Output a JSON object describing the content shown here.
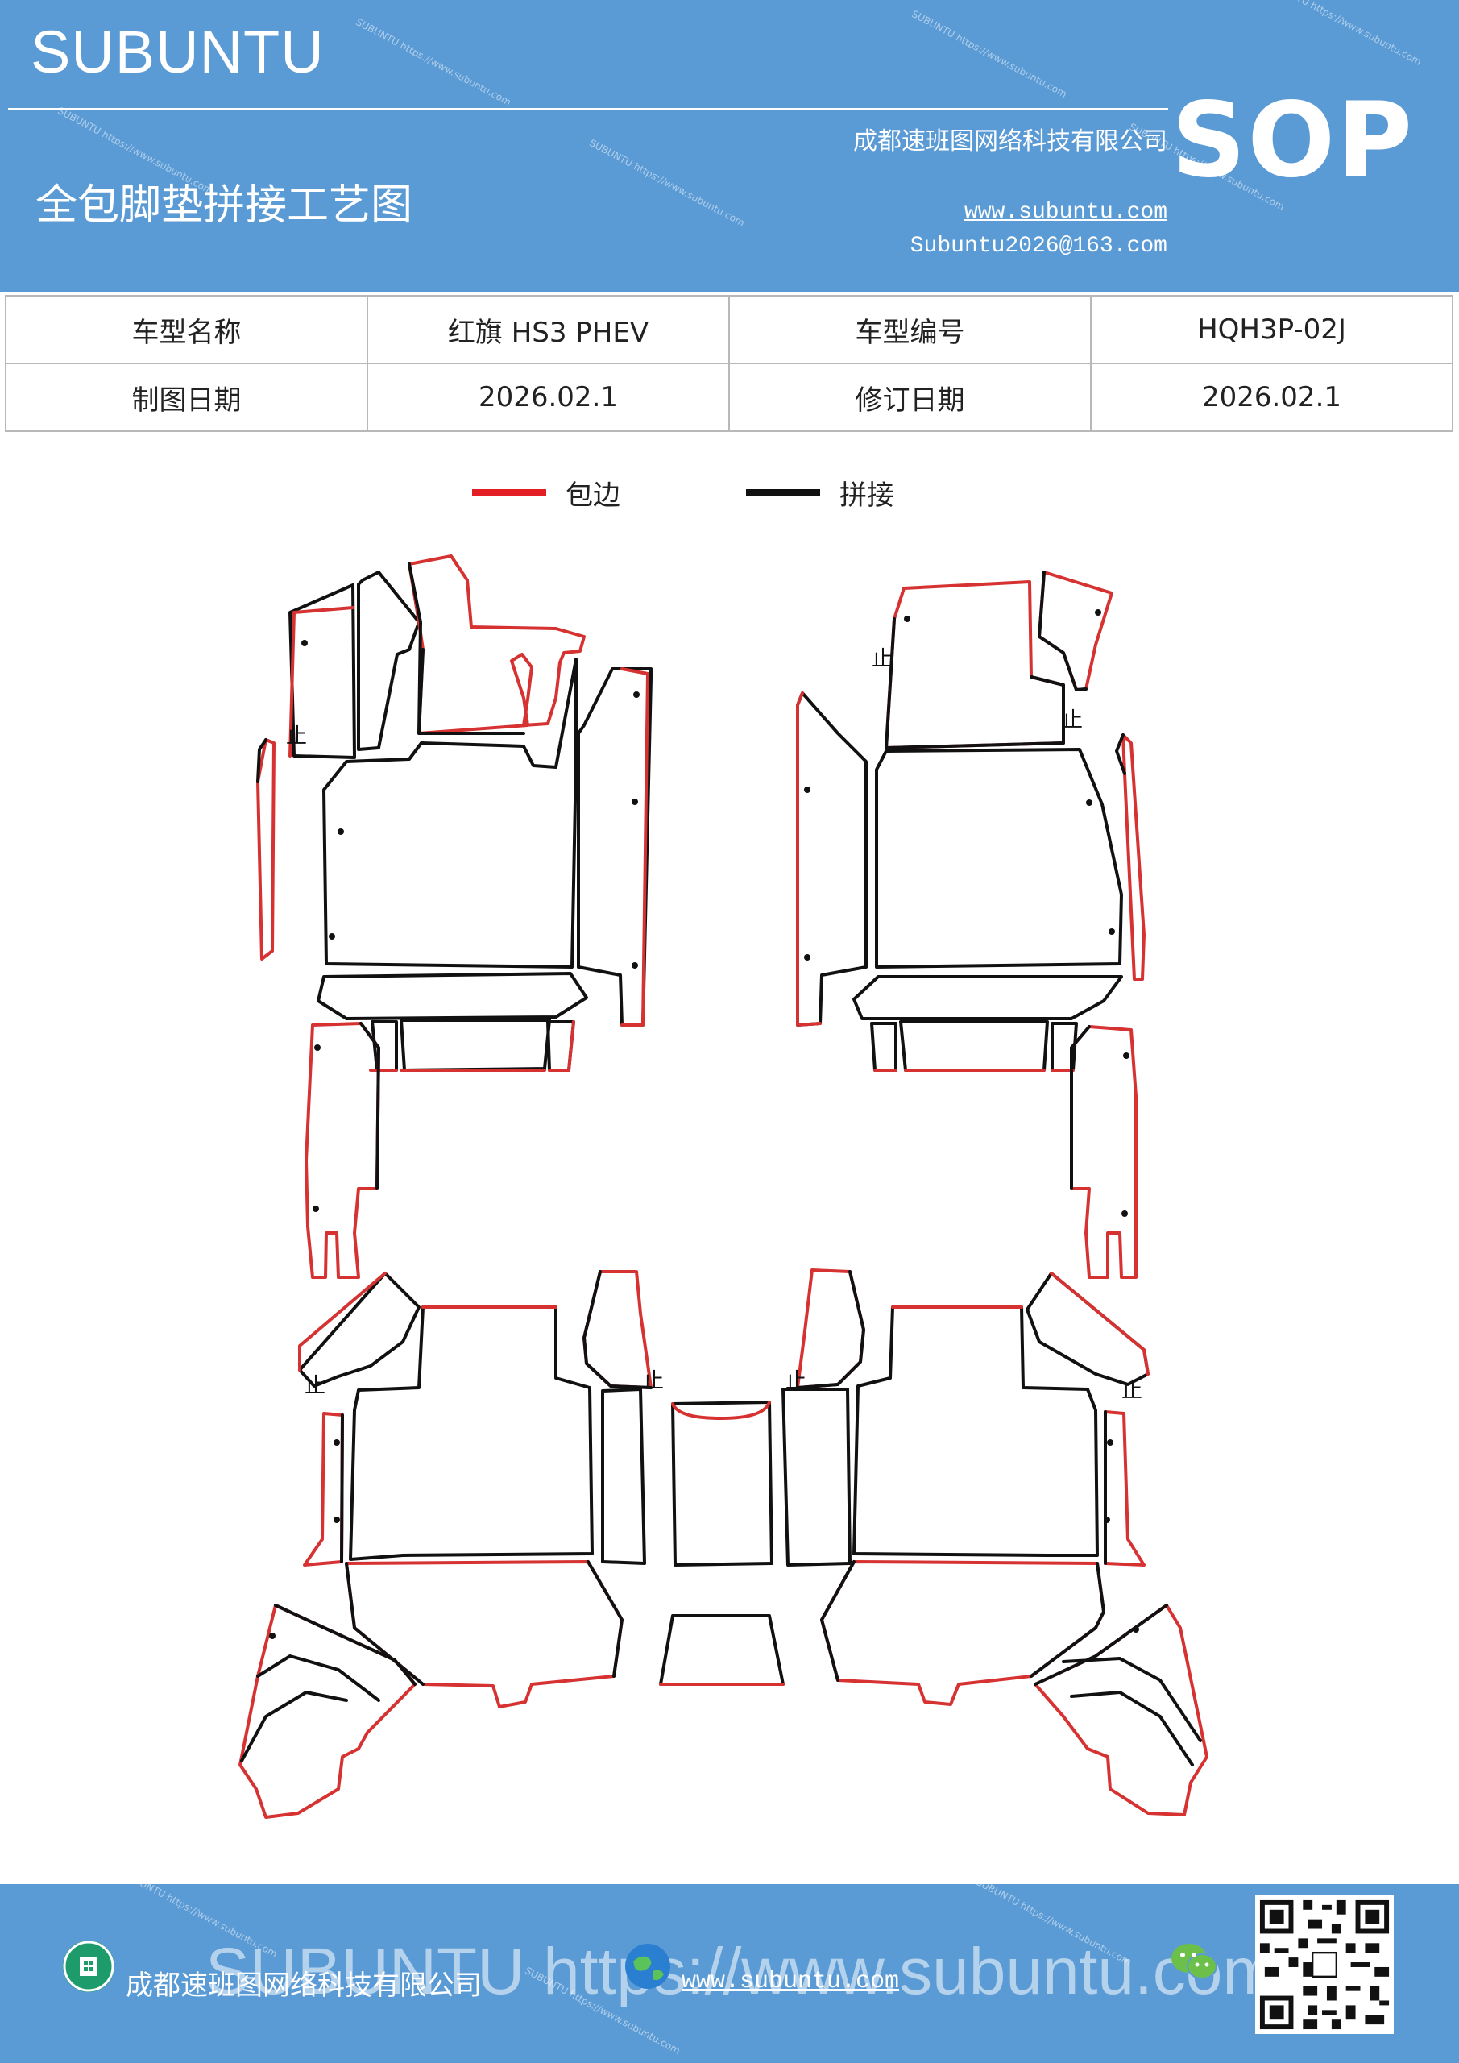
{
  "header": {
    "brand": "SUBUNTU",
    "title": "全包脚垫拼接工艺图",
    "company": "成都速班图网络科技有限公司",
    "website": "www.subuntu.com",
    "email": "Subuntu2026@163.com",
    "badge": "SOP",
    "watermark": "SUBUNTU https://www.subuntu.com"
  },
  "info_table": {
    "rows": [
      [
        "车型名称",
        "红旗 HS3  PHEV",
        "车型编号",
        "HQH3P-02J"
      ],
      [
        "制图日期",
        "2026.02.1",
        "修订日期",
        "2026.02.1"
      ]
    ]
  },
  "legend": {
    "items": [
      {
        "label": "包边",
        "color": "#e31e24"
      },
      {
        "label": "拼接",
        "color": "#111111"
      }
    ]
  },
  "diagram": {
    "edge_color": "#d63232",
    "seam_color": "#111111",
    "stop_mark": "止"
  },
  "footer": {
    "company": "成都速班图网络科技有限公司",
    "website": "www.subuntu.com",
    "watermark": "SUBUNTU https://www.subuntu.com"
  }
}
